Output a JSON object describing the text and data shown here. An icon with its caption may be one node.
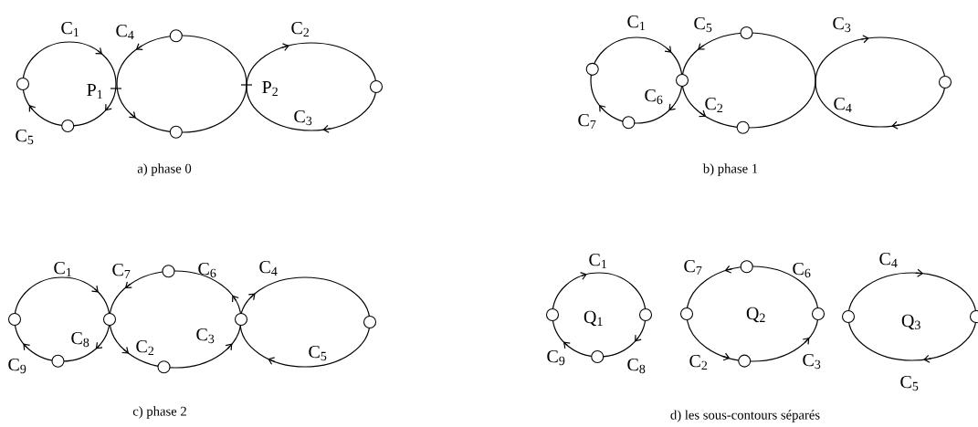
{
  "diagram": {
    "labels": [
      "C$_{1}$",
      "C$_{4}$",
      "C$_{2}$",
      "P$_{1}$",
      "P$_{2}$",
      "C$_{3}$",
      "C$_{5}$",
      "a) phase 0",
      "C$_{1}$",
      "C$_{5}$",
      "C$_{3}$",
      "C$_{6}$",
      "C$_{2}$",
      "C$_{4}$",
      "C$_{7}$",
      "b) phase 1",
      "C$_{1}$",
      "C$_{7}$",
      "C$_{6}$",
      "C$_{4}$",
      "C$_{8}$",
      "C$_{3}$",
      "C$_{2}$",
      "C$_{5}$",
      "C$_{9}$",
      "c) phase 2",
      "C$_{1}$",
      "C$_{7}$",
      "C$_{6}$",
      "C$_{4}$",
      "Q$_{1}$",
      "Q$_{2}$",
      "Q$_{3}$",
      "C$_{9}$",
      "C$_{8}$",
      "C$_{2}$",
      "C$_{3}$",
      "C$_{5}$",
      "d) les sous-contours séparés"
    ]
  }
}
